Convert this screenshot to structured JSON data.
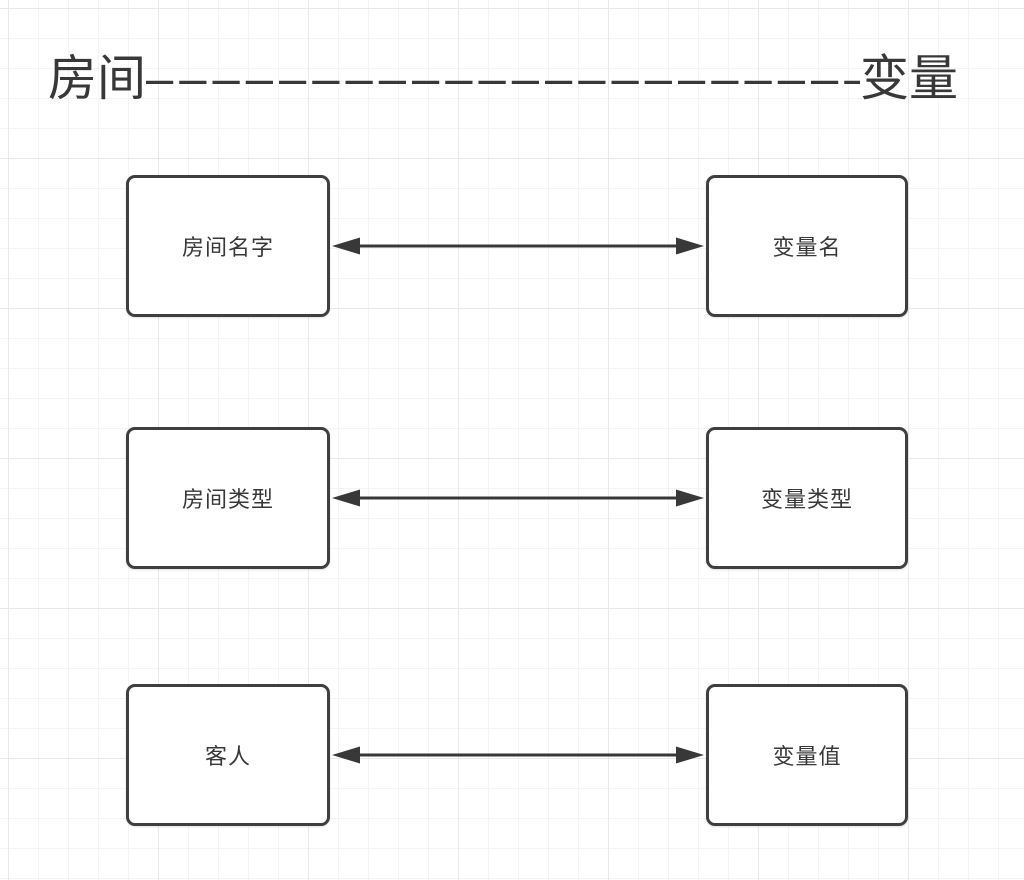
{
  "title": {
    "left": "房间",
    "dashes": "––––––––––––––––––––––",
    "right": "变量"
  },
  "diagram": {
    "rows": [
      {
        "left_label": "房间名字",
        "right_label": "变量名"
      },
      {
        "left_label": "房间类型",
        "right_label": "变量类型"
      },
      {
        "left_label": "客人",
        "right_label": "变量值"
      }
    ]
  },
  "colors": {
    "ink": "#383838",
    "box_border": "#3f3f3f",
    "box_fill": "#ffffff",
    "arrow": "#383838",
    "grid_minor": "#f4f4f4",
    "grid_major": "#e9e9e9",
    "bg": "#ffffff"
  }
}
